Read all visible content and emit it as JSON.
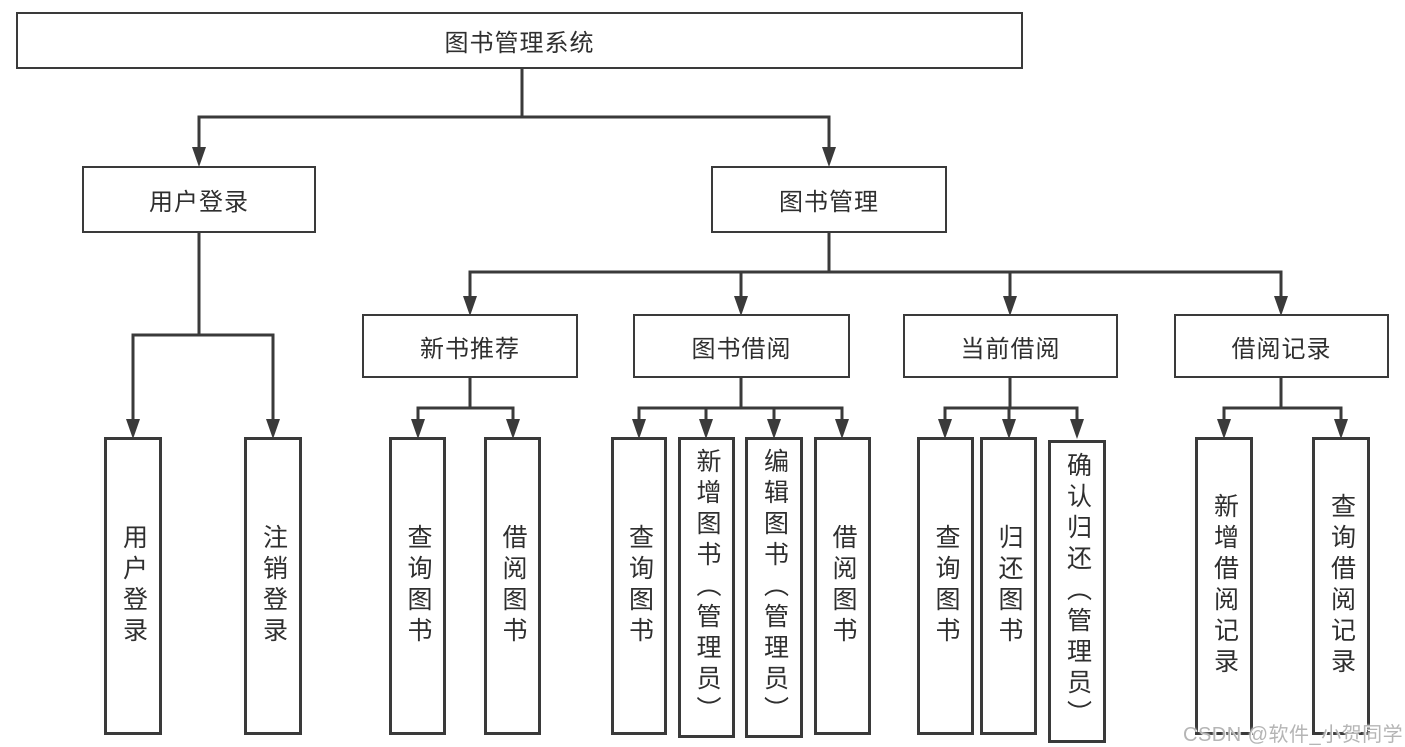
{
  "diagram": {
    "type": "tree",
    "root": {
      "label": "图书管理系统"
    },
    "level2": [
      {
        "label": "用户登录"
      },
      {
        "label": "图书管理"
      }
    ],
    "level3": [
      {
        "label": "新书推荐",
        "parent": "图书管理"
      },
      {
        "label": "图书借阅",
        "parent": "图书管理"
      },
      {
        "label": "当前借阅",
        "parent": "图书管理"
      },
      {
        "label": "借阅记录",
        "parent": "图书管理"
      }
    ],
    "leaves": [
      {
        "label": "用户登录",
        "parent": "用户登录"
      },
      {
        "label": "注销登录",
        "parent": "用户登录"
      },
      {
        "label": "查询图书",
        "parent": "新书推荐"
      },
      {
        "label": "借阅图书",
        "parent": "新书推荐"
      },
      {
        "label": "查询图书",
        "parent": "图书借阅"
      },
      {
        "label": "新增图书（管理员）",
        "parent": "图书借阅"
      },
      {
        "label": "编辑图书（管理员）",
        "parent": "图书借阅"
      },
      {
        "label": "借阅图书",
        "parent": "图书借阅"
      },
      {
        "label": "查询图书",
        "parent": "当前借阅"
      },
      {
        "label": "归还图书",
        "parent": "当前借阅"
      },
      {
        "label": "确认归还（管理员）",
        "parent": "当前借阅"
      },
      {
        "label": "新增借阅记录",
        "parent": "借阅记录"
      },
      {
        "label": "查询借阅记录",
        "parent": "借阅记录"
      }
    ]
  },
  "watermark": {
    "text": "CSDN @软件_小贺同学",
    "color": "#b5b5b5"
  },
  "colors": {
    "line": "#3a3a3a",
    "text": "#2f2f2f",
    "box_background": "#ffffff",
    "page_background": "#ffffff"
  }
}
